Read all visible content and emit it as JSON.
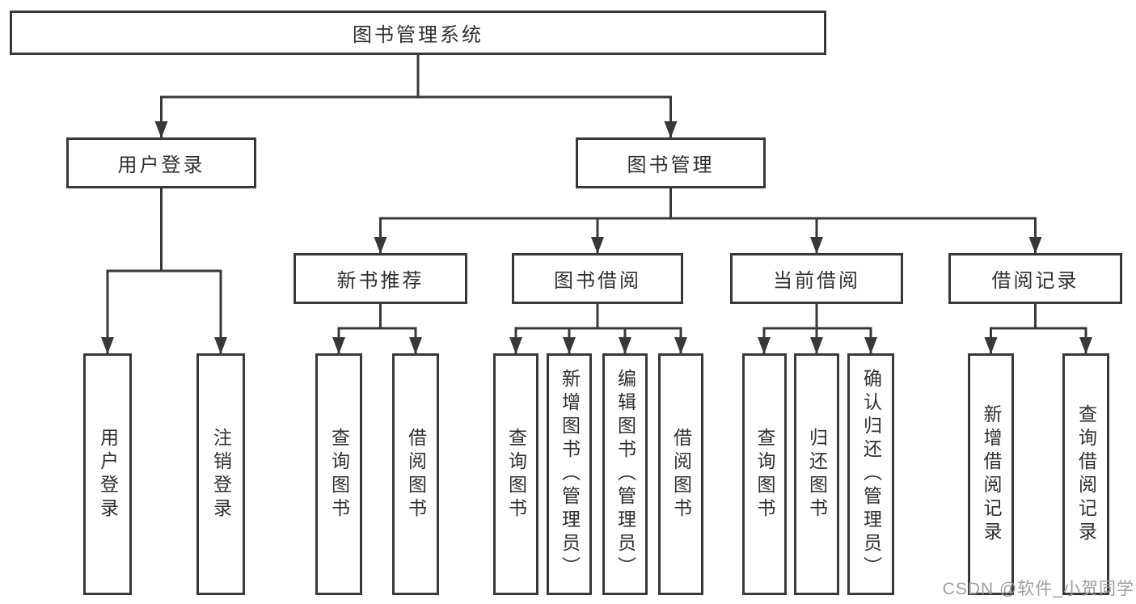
{
  "diagram": {
    "root": {
      "label": "图书管理系统",
      "children": [
        {
          "label": "用户登录",
          "children": [
            {
              "label": "用户登录"
            },
            {
              "label": "注销登录"
            }
          ]
        },
        {
          "label": "图书管理",
          "children": [
            {
              "label": "新书推荐",
              "children": [
                {
                  "label": "查询图书"
                },
                {
                  "label": "借阅图书"
                }
              ]
            },
            {
              "label": "图书借阅",
              "children": [
                {
                  "label": "查询图书"
                },
                {
                  "label": "新增图书（管理员）"
                },
                {
                  "label": "编辑图书（管理员）"
                },
                {
                  "label": "借阅图书"
                }
              ]
            },
            {
              "label": "当前借阅",
              "children": [
                {
                  "label": "查询图书"
                },
                {
                  "label": "归还图书"
                },
                {
                  "label": "确认归还（管理员）"
                }
              ]
            },
            {
              "label": "借阅记录",
              "children": [
                {
                  "label": "新增借阅记录"
                },
                {
                  "label": "查询借阅记录"
                }
              ]
            }
          ]
        }
      ]
    }
  },
  "watermark": {
    "text": "CSDN @软件_小贺同学"
  },
  "colors": {
    "border": "#383838",
    "line": "#383838",
    "text": "#2f2f2f",
    "watermark": "#9e9e9e",
    "background": "#ffffff"
  }
}
